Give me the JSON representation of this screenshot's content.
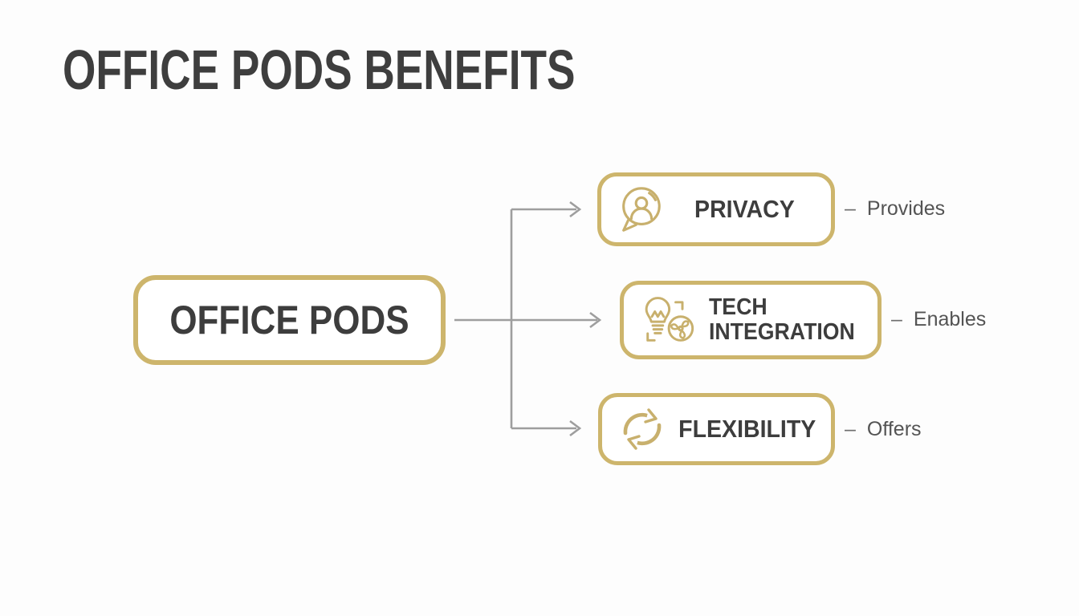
{
  "title": "OFFICE PODS BENEFITS",
  "root_node": {
    "label": "OFFICE PODS"
  },
  "benefits": [
    {
      "id": "privacy",
      "label": "PRIVACY",
      "icon": "speech-bubble-person-icon",
      "annotation_dash": "–",
      "annotation": "Provides"
    },
    {
      "id": "tech-integration",
      "label": "TECH INTEGRATION",
      "icon": "lightbulb-fan-icon",
      "annotation_dash": "–",
      "annotation": "Enables"
    },
    {
      "id": "flexibility",
      "label": "FLEXIBILITY",
      "icon": "cycle-arrows-icon",
      "annotation_dash": "–",
      "annotation": "Offers"
    }
  ],
  "colors": {
    "node_border_gold": "#cdb56c",
    "icon_gold": "#c8b06d",
    "text_dark": "#3d3d3d",
    "connector_gray": "#9e9e9e",
    "annotation_gray": "#545454"
  }
}
